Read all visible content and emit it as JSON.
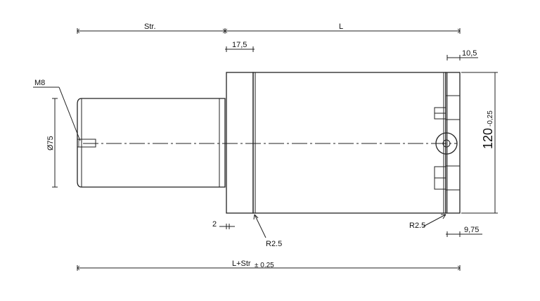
{
  "drawing": {
    "dim_stroke": "Str.",
    "dim_length": "L",
    "dim_17_5": "17,5",
    "dim_10_5": "10,5",
    "thread_label": "M8",
    "diameter_label": "Ø75",
    "height_value": "120",
    "height_tol": "-0,25",
    "dim_2": "2",
    "radius_left": "R2.5",
    "radius_right": "R2.5",
    "dim_9_75": "9,75",
    "total_label": "L+Str",
    "total_tol": "± 0.25",
    "line_color": "#222222"
  }
}
